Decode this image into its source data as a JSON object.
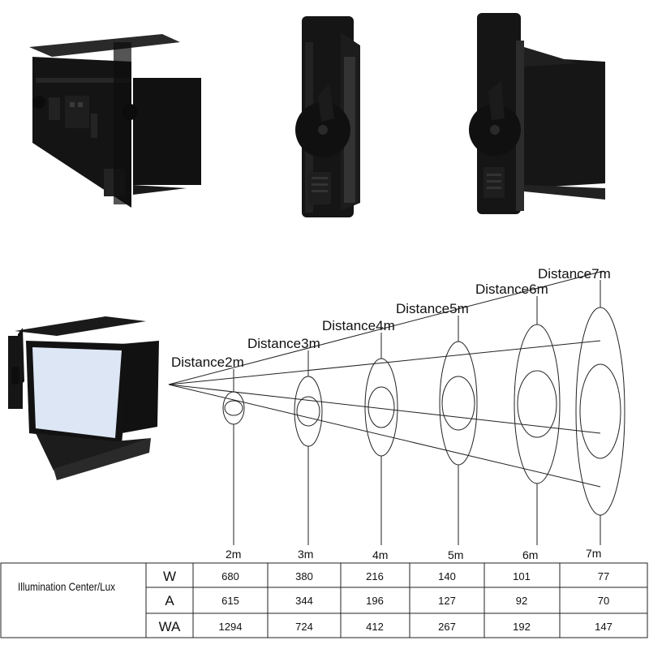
{
  "diagram": {
    "distance_labels": [
      "Distance2m",
      "Distance3m",
      "Distance4m",
      "Distance5m",
      "Distance6m",
      "Distance7m"
    ],
    "axis_labels": [
      "2m",
      "3m",
      "4m",
      "5m",
      "6m",
      "7m"
    ]
  },
  "table": {
    "title": "Illumination Center/Lux",
    "rows": [
      {
        "label": "W",
        "values": [
          "680",
          "380",
          "216",
          "140",
          "101",
          "77"
        ]
      },
      {
        "label": "A",
        "values": [
          "615",
          "344",
          "196",
          "127",
          "92",
          "70"
        ]
      },
      {
        "label": "WA",
        "values": [
          "1294",
          "724",
          "412",
          "267",
          "192",
          "147"
        ]
      }
    ]
  },
  "colors": {
    "fixture_body": "#141414",
    "panel_face": "#dde6f5",
    "lines": "#222222"
  },
  "icons": [
    "led-panel-light-back-view",
    "led-panel-light-side-view",
    "led-panel-light-side-barndoor-view",
    "led-panel-light-front-view"
  ]
}
